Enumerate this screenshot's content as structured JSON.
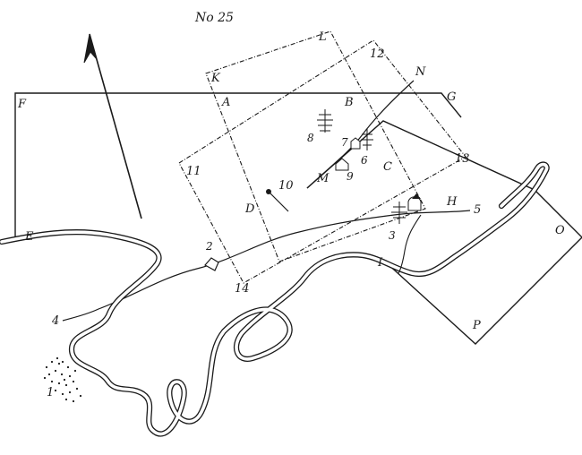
{
  "title": "No 25",
  "points": {
    "F": "F",
    "G": "G",
    "E": "E",
    "K": "K",
    "L": "L",
    "A": "A",
    "B": "B",
    "N": "N",
    "n12": "12",
    "n11": "11",
    "n13": "13",
    "C": "C",
    "D": "D",
    "n10": "10",
    "M": "M",
    "n9": "9",
    "n8": "8",
    "n7": "7",
    "n6": "6",
    "n3": "3",
    "H": "H",
    "n5": "5",
    "O": "O",
    "P": "P",
    "I": "I",
    "n2": "2",
    "n14": "14",
    "n4": "4",
    "n1": "1"
  }
}
